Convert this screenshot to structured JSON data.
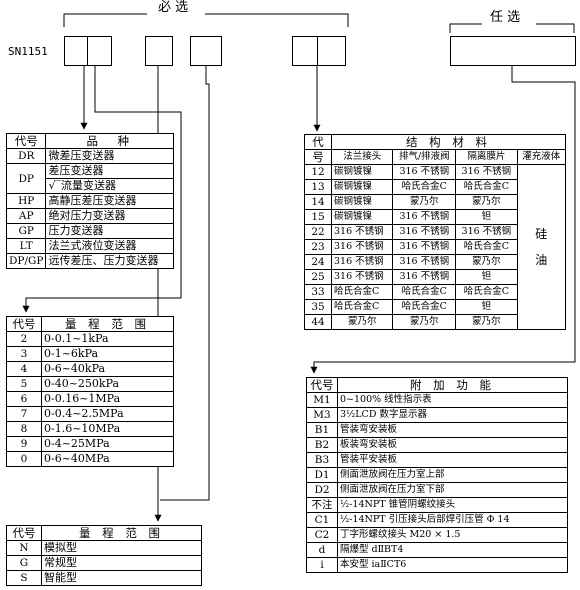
{
  "header": {
    "required": "必 选",
    "optional": "任 选"
  },
  "model_code": "SN1151",
  "product_table": {
    "headers": [
      "代号",
      "品　种"
    ],
    "rows": [
      [
        "DR",
        "微差压变送器"
      ],
      [
        "DP",
        "差压变送器"
      ],
      [
        "",
        "√‾流量变送器"
      ],
      [
        "HP",
        "高静压差压变送器"
      ],
      [
        "AP",
        "绝对压力变送器"
      ],
      [
        "GP",
        "压力变送器"
      ],
      [
        "LT",
        "法兰式液位变送器"
      ],
      [
        "DP/GP",
        "远传差压、压力变送器"
      ]
    ]
  },
  "range_table": {
    "headers": [
      "代号",
      "量 程 范 围"
    ],
    "rows": [
      [
        "2",
        "0-0.1~1kPa"
      ],
      [
        "3",
        "0-1~6kPa"
      ],
      [
        "4",
        "0-6~40kPa"
      ],
      [
        "5",
        "0-40~250kPa"
      ],
      [
        "6",
        "0-0.16~1MPa"
      ],
      [
        "7",
        "0-0.4~2.5MPa"
      ],
      [
        "8",
        "0-1.6~10MPa"
      ],
      [
        "9",
        "0-4~25MPa"
      ],
      [
        "0",
        "0-6~40MPa"
      ]
    ]
  },
  "signal_table": {
    "headers": [
      "代号",
      "量 程 范 围"
    ],
    "rows": [
      [
        "N",
        "模拟型"
      ],
      [
        "G",
        "常规型"
      ],
      [
        "S",
        "智能型"
      ]
    ]
  },
  "material_table": {
    "code_header": [
      "代",
      "号"
    ],
    "group_header": "结 构 材 料",
    "sub_headers": [
      "法兰接头",
      "排气/排液阀",
      "隔离膜片",
      "灌充液体"
    ],
    "fill_liquid": [
      "硅",
      "油"
    ],
    "rows": [
      [
        "12",
        "碳钢镀镍",
        "316 不锈钢",
        "316 不锈钢"
      ],
      [
        "13",
        "碳钢镀镍",
        "哈氏合金C",
        "哈氏合金C"
      ],
      [
        "14",
        "碳钢镀镍",
        "蒙乃尔",
        "蒙乃尔"
      ],
      [
        "15",
        "碳钢镀镍",
        "316 不锈钢",
        "钽"
      ],
      [
        "22",
        "316 不锈钢",
        "316 不锈钢",
        "316 不锈钢"
      ],
      [
        "23",
        "316 不锈钢",
        "316 不锈钢",
        "哈氏合金C"
      ],
      [
        "24",
        "316 不锈钢",
        "316 不锈钢",
        "蒙乃尔"
      ],
      [
        "25",
        "316 不锈钢",
        "316 不锈钢",
        "钽"
      ],
      [
        "33",
        "哈氏合金C",
        "哈氏合金C",
        "哈氏合金C"
      ],
      [
        "35",
        "哈氏合金C",
        "哈氏合金C",
        "钽"
      ],
      [
        "44",
        "蒙乃尔",
        "蒙乃尔",
        "蒙乃尔"
      ]
    ]
  },
  "addon_table": {
    "headers": [
      "代号",
      "附 加 功 能"
    ],
    "rows": [
      [
        "M1",
        "0~100% 线性指示表"
      ],
      [
        "M3",
        "3½LCD 数字显示器"
      ],
      [
        "B1",
        "管装弯安装板"
      ],
      [
        "B2",
        "板装弯安装板"
      ],
      [
        "B3",
        "管装平安装板"
      ],
      [
        "D1",
        "侧面泄放阀在压力室上部"
      ],
      [
        "D2",
        "侧面泄放阀在压力室下部"
      ],
      [
        "不注",
        "½-14NPT 锥管阴螺纹接头"
      ],
      [
        "C1",
        "½-14NPT 引压接头后部焊引压管 Φ 14"
      ],
      [
        "C2",
        "丁字形螺纹接头 M20 × 1.5"
      ],
      [
        "d",
        "隔爆型 dⅡBT4"
      ],
      [
        "i",
        "本安型 iaⅡCT6"
      ]
    ]
  }
}
